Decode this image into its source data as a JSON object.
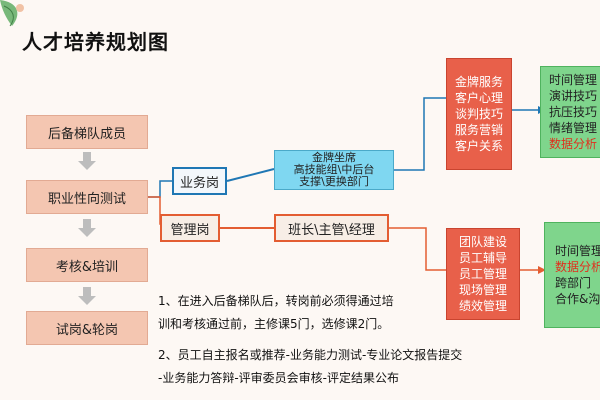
{
  "title": "人才培养规划图",
  "left_column": [
    "后备梯队成员",
    "职业性向测试",
    "考核&培训",
    "试岗&轮岗"
  ],
  "posts": {
    "business": "业务岗",
    "management": "管理岗"
  },
  "business_path": {
    "step": [
      "金牌坐席",
      "高技能组\\中后台",
      "支撑\\更换部门"
    ],
    "skills": [
      "金牌服务",
      "客户心理",
      "谈判技巧",
      "服务营销",
      "客户关系"
    ],
    "courses": [
      "时间管理",
      "演讲技巧",
      "抗压技巧",
      "情绪管理",
      "数据分析"
    ]
  },
  "management_path": {
    "step": "班长\\主管\\经理",
    "skills": [
      "团队建设",
      "员工辅导",
      "员工管理",
      "现场管理",
      "绩效管理"
    ],
    "courses": [
      "时间管理",
      "数据分析",
      "跨部门",
      "合作&沟"
    ]
  },
  "notes": [
    "1、在进入后备梯队后，转岗前必须得通过培",
    "训和考核通过前，主修课5门，选修课2门。",
    "2、员工自主报名或推荐-业务能力测试-专业论文报告提交",
    "-业务能力答辩-评审委员会审核-评定结果公布"
  ],
  "colors": {
    "arrow_blue": "#1f77b4",
    "arrow_orange": "#e35d32",
    "red": "#e8604a",
    "green": "#7fd58c",
    "pink": "#f4c6b1"
  }
}
